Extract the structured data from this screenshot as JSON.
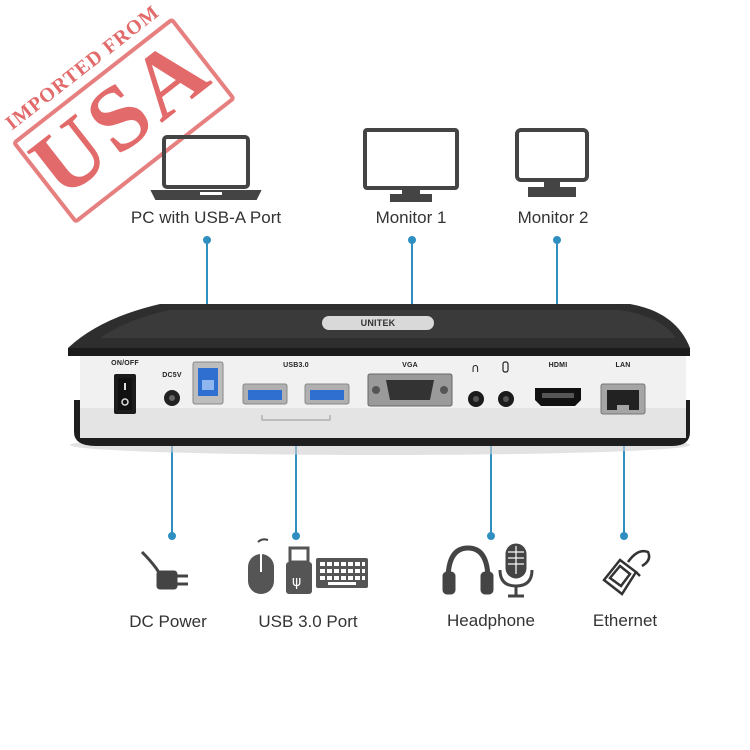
{
  "stamp": {
    "top_text": "IMPORTED FROM",
    "main_text": "USA"
  },
  "top_labels": {
    "pc": "PC with USB-A Port",
    "monitor1": "Monitor 1",
    "monitor2": "Monitor 2"
  },
  "device": {
    "brand": "UNITEK",
    "ports": {
      "on_off": "ON/OFF",
      "dc5v": "DC5V",
      "usb3": "USB3.0",
      "vga": "VGA",
      "hdmi": "HDMI",
      "lan": "LAN"
    }
  },
  "bottom_labels": {
    "dc_power": "DC Power",
    "usb_port": "USB 3.0 Port",
    "headphone": "Headphone",
    "ethernet": "Ethernet"
  },
  "colors": {
    "connector_line": "#2f8fc0",
    "stamp": "#e26a6a",
    "device_top": "#2b2b2b",
    "device_front": "#f2f2f2"
  },
  "icons": [
    "laptop-icon",
    "monitor-icon",
    "dc-plug-icon",
    "mouse-icon",
    "usb-drive-icon",
    "keyboard-icon",
    "headphone-icon",
    "microphone-icon",
    "ethernet-cable-icon"
  ]
}
